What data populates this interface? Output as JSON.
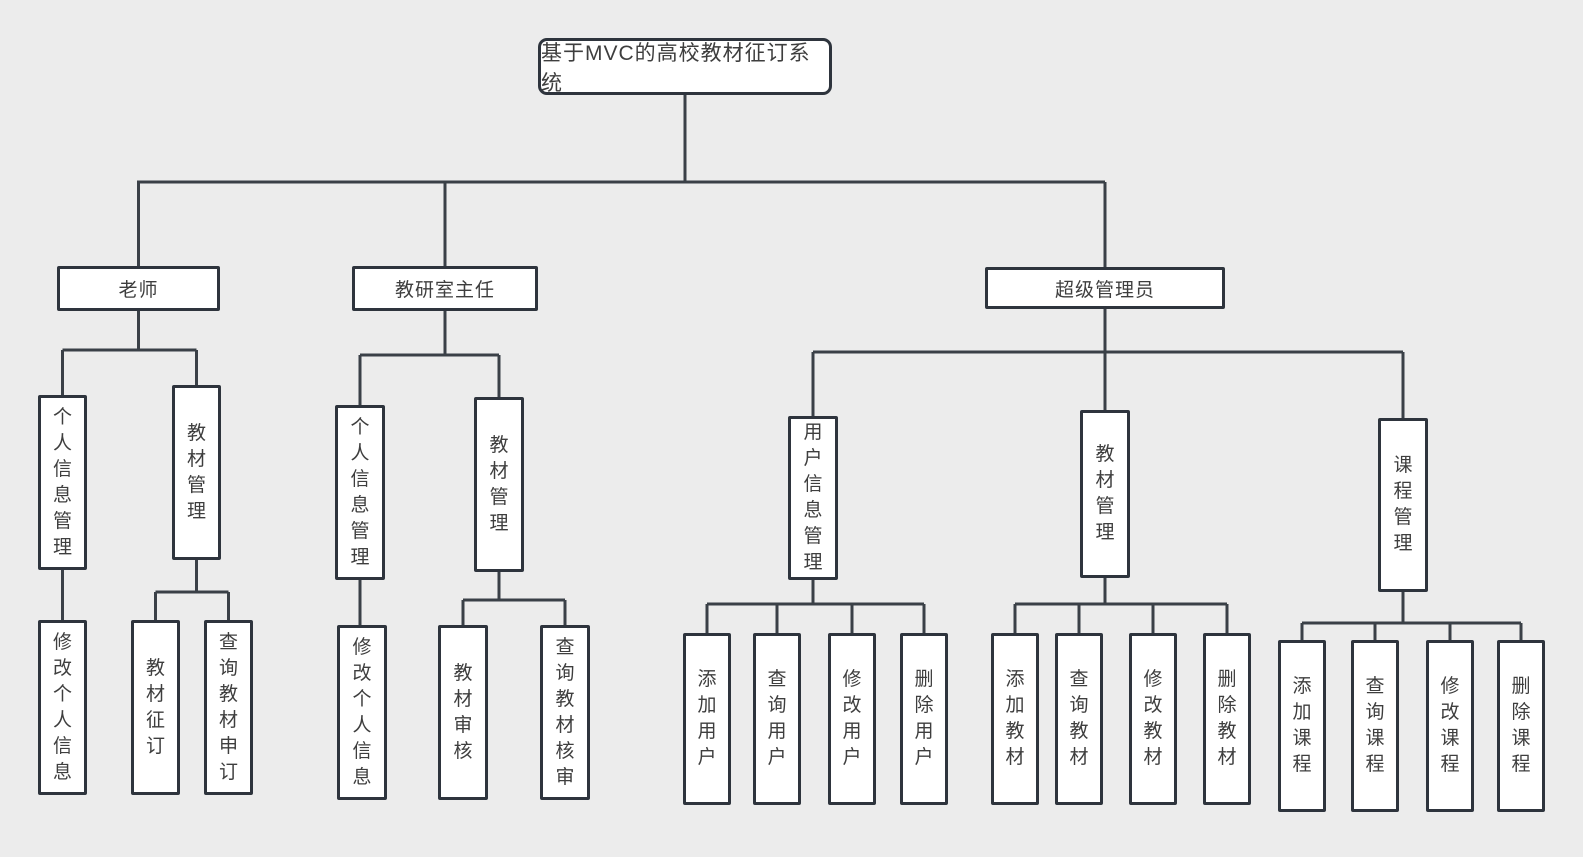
{
  "canvas": {
    "background_color": "#ececec",
    "node_fill": "#ffffff",
    "node_border_color": "#2e343d",
    "connector_color": "#3a4047",
    "text_color": "#3e3e3e"
  },
  "tree": {
    "root": {
      "label": "基于MVC的高校教材征订系统"
    },
    "branches": [
      {
        "label": "老师",
        "children": [
          {
            "label": "个人信息管理",
            "children": [
              {
                "label": "修改个人信息"
              }
            ]
          },
          {
            "label": "教材管理",
            "children": [
              {
                "label": "教材征订"
              },
              {
                "label": "查询教材申订"
              }
            ]
          }
        ]
      },
      {
        "label": "教研室主任",
        "children": [
          {
            "label": "个人信息管理",
            "children": [
              {
                "label": "修改个人信息"
              }
            ]
          },
          {
            "label": "教材管理",
            "children": [
              {
                "label": "教材审核"
              },
              {
                "label": "查询教材核审"
              }
            ]
          }
        ]
      },
      {
        "label": "超级管理员",
        "children": [
          {
            "label": "用户信息管理",
            "children": [
              {
                "label": "添加用户"
              },
              {
                "label": "查询用户"
              },
              {
                "label": "修改用户"
              },
              {
                "label": "删除用户"
              }
            ]
          },
          {
            "label": "教材管理",
            "children": [
              {
                "label": "添加教材"
              },
              {
                "label": "查询教材"
              },
              {
                "label": "修改教材"
              },
              {
                "label": "删除教材"
              }
            ]
          },
          {
            "label": "课程管理",
            "children": [
              {
                "label": "添加课程"
              },
              {
                "label": "查询课程"
              },
              {
                "label": "修改课程"
              },
              {
                "label": "删除课程"
              }
            ]
          }
        ]
      }
    ]
  }
}
